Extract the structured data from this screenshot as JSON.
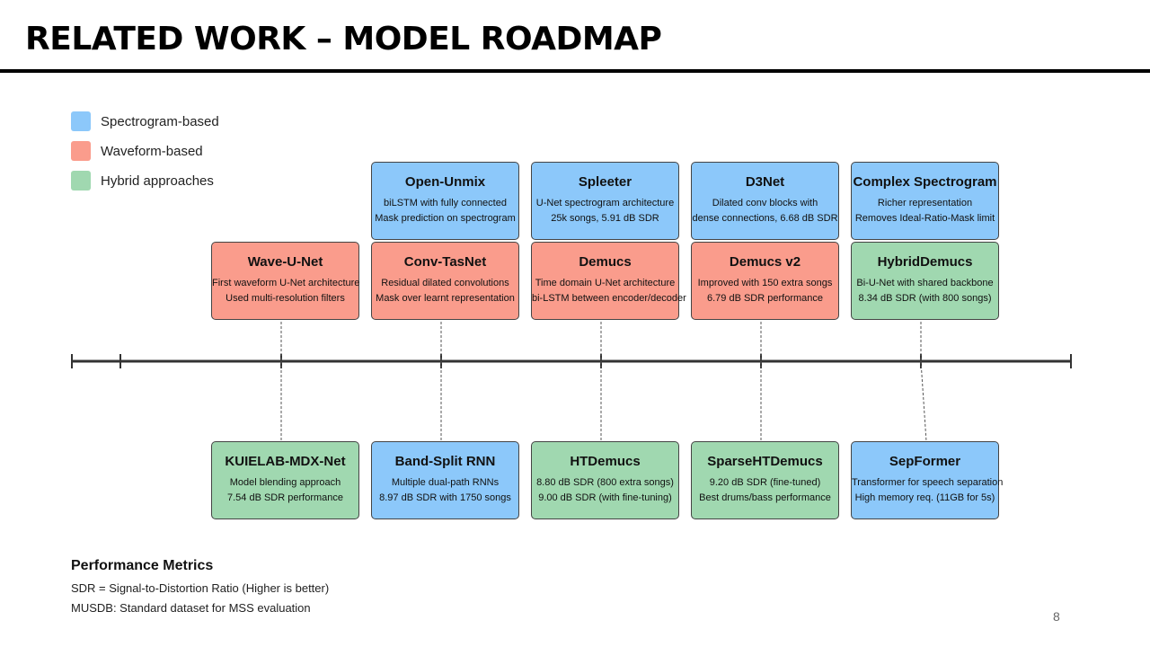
{
  "slide": {
    "title": "RELATED WORK – MODEL ROADMAP",
    "page_number": "8"
  },
  "colors": {
    "spectrogram": "#8cc8fa",
    "waveform": "#fa9c8c",
    "hybrid": "#a0d8b0"
  },
  "legend": [
    {
      "label": "Spectrogram-based",
      "category": "spectrogram"
    },
    {
      "label": "Waveform-based",
      "category": "waveform"
    },
    {
      "label": "Hybrid approaches",
      "category": "hybrid"
    }
  ],
  "models": {
    "top_row": [
      {
        "name": "Open-Unmix",
        "category": "spectrogram",
        "lines": [
          "biLSTM with fully connected",
          "Mask prediction on spectrogram"
        ]
      },
      {
        "name": "Spleeter",
        "category": "spectrogram",
        "lines": [
          "U-Net spectrogram architecture",
          "25k songs, 5.91 dB SDR"
        ]
      },
      {
        "name": "D3Net",
        "category": "spectrogram",
        "lines": [
          "Dilated conv blocks with",
          "dense connections, 6.68 dB SDR"
        ]
      },
      {
        "name": "Complex Spectrogram",
        "category": "spectrogram",
        "lines": [
          "Richer representation",
          "Removes Ideal-Ratio-Mask limit"
        ]
      }
    ],
    "middle_row": [
      {
        "name": "Wave-U-Net",
        "category": "waveform",
        "lines": [
          "First waveform U-Net architecture",
          "Used multi-resolution filters"
        ]
      },
      {
        "name": "Conv-TasNet",
        "category": "waveform",
        "lines": [
          "Residual dilated convolutions",
          "Mask over learnt representation"
        ]
      },
      {
        "name": "Demucs",
        "category": "waveform",
        "lines": [
          "Time domain U-Net architecture",
          "bi-LSTM between encoder/decoder"
        ]
      },
      {
        "name": "Demucs v2",
        "category": "waveform",
        "lines": [
          "Improved with 150 extra songs",
          "6.79 dB SDR performance"
        ]
      },
      {
        "name": "HybridDemucs",
        "category": "hybrid",
        "lines": [
          "Bi-U-Net with shared backbone",
          "8.34 dB SDR (with 800 songs)"
        ]
      }
    ],
    "bottom_row": [
      {
        "name": "KUIELAB-MDX-Net",
        "category": "hybrid",
        "lines": [
          "Model blending approach",
          "7.54 dB SDR performance"
        ]
      },
      {
        "name": "Band-Split RNN",
        "category": "spectrogram",
        "lines": [
          "Multiple dual-path RNNs",
          "8.97 dB SDR with 1750 songs"
        ]
      },
      {
        "name": "HTDemucs",
        "category": "hybrid",
        "lines": [
          "8.80 dB SDR (800 extra songs)",
          "9.00 dB SDR (with fine-tuning)"
        ]
      },
      {
        "name": "SparseHTDemucs",
        "category": "hybrid",
        "lines": [
          "9.20 dB SDR (fine-tuned)",
          "Best drums/bass performance"
        ]
      },
      {
        "name": "SepFormer",
        "category": "spectrogram",
        "lines": [
          "Transformer for speech separation",
          "High memory req. (11GB for 5s)"
        ]
      }
    ]
  },
  "metrics": {
    "title": "Performance Metrics",
    "lines": [
      "SDR = Signal-to-Distortion Ratio (Higher is better)",
      "MUSDB: Standard dataset for MSS evaluation"
    ]
  }
}
